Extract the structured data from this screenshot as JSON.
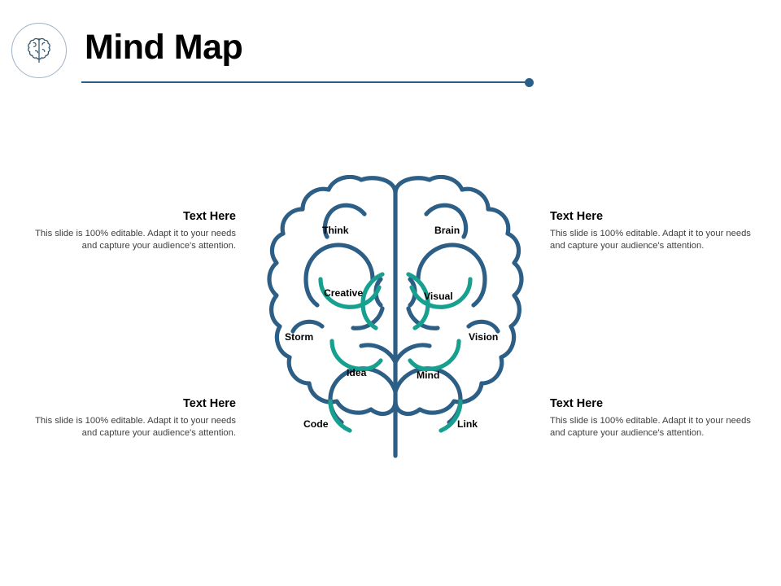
{
  "header": {
    "title": "Mind Map",
    "icon": "brain-icon",
    "divider_color": "#2d5f86"
  },
  "theme": {
    "navy": "#2d5f86",
    "teal": "#17a08f",
    "text_dark": "#000000",
    "text_body": "#404040",
    "background": "#ffffff"
  },
  "text_blocks": [
    {
      "id": "top-left",
      "heading": "Text Here",
      "body": "This slide is 100% editable. Adapt it to your needs and capture your audience's attention."
    },
    {
      "id": "top-right",
      "heading": "Text Here",
      "body": "This slide is 100% editable. Adapt it to your needs and capture your audience's attention."
    },
    {
      "id": "bottom-left",
      "heading": "Text Here",
      "body": "This slide is 100% editable. Adapt it to your needs and capture your audience's attention."
    },
    {
      "id": "bottom-right",
      "heading": "Text Here",
      "body": "This slide is 100% editable. Adapt it to your needs and capture your audience's attention."
    }
  ],
  "brain": {
    "labels": {
      "think": "Think",
      "brain": "Brain",
      "creative": "Creative",
      "visual": "Visual",
      "storm": "Storm",
      "vision": "Vision",
      "idea": "Idea",
      "mind": "Mind",
      "code": "Code",
      "link": "Link"
    },
    "left_hemisphere": [
      "Think",
      "Creative",
      "Storm",
      "Idea",
      "Code"
    ],
    "right_hemisphere": [
      "Brain",
      "Visual",
      "Vision",
      "Mind",
      "Link"
    ]
  }
}
